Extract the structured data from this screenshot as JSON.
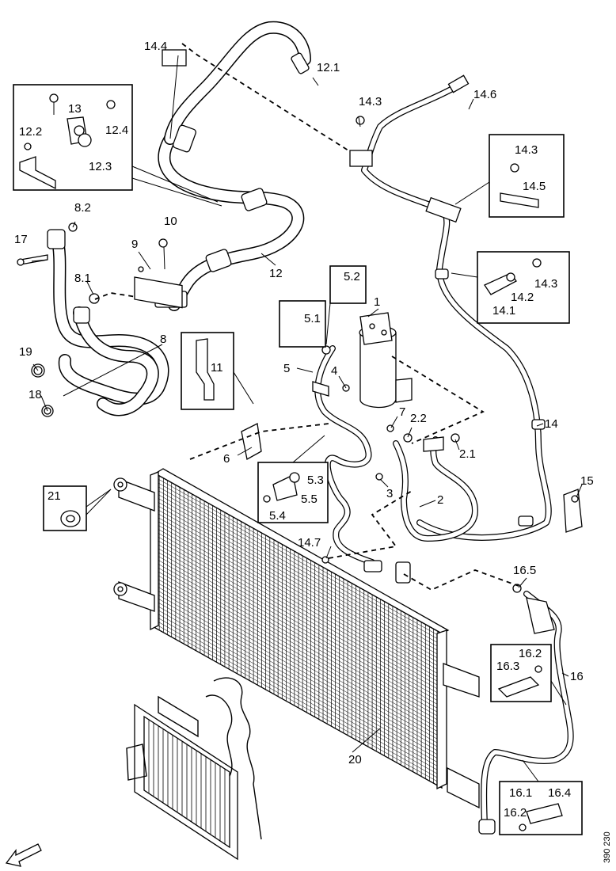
{
  "figure": {
    "reference_number": "390 230",
    "orientation_arrow": "front-arrow-icon"
  },
  "callouts": {
    "c1": "1",
    "c2": "2",
    "c2_1": "2.1",
    "c2_2": "2.2",
    "c3": "3",
    "c4": "4",
    "c5": "5",
    "c5_1": "5.1",
    "c5_2": "5.2",
    "c5_3": "5.3",
    "c5_4": "5.4",
    "c5_5": "5.5",
    "c6": "6",
    "c7": "7",
    "c8": "8",
    "c8_1": "8.1",
    "c8_2": "8.2",
    "c9": "9",
    "c10": "10",
    "c11": "11",
    "c12": "12",
    "c12_1": "12.1",
    "c12_2": "12.2",
    "c12_3": "12.3",
    "c12_4": "12.4",
    "c13": "13",
    "c14": "14",
    "c14_1": "14.1",
    "c14_2": "14.2",
    "c14_3a": "14.3",
    "c14_3b": "14.3",
    "c14_3c": "14.3",
    "c14_4": "14.4",
    "c14_5": "14.5",
    "c14_6": "14.6",
    "c14_7": "14.7",
    "c15": "15",
    "c16": "16",
    "c16_1": "16.1",
    "c16_2a": "16.2",
    "c16_2b": "16.2",
    "c16_3": "16.3",
    "c16_4": "16.4",
    "c16_5": "16.5",
    "c17": "17",
    "c18": "18",
    "c19": "19",
    "c20": "20",
    "c21": "21"
  }
}
